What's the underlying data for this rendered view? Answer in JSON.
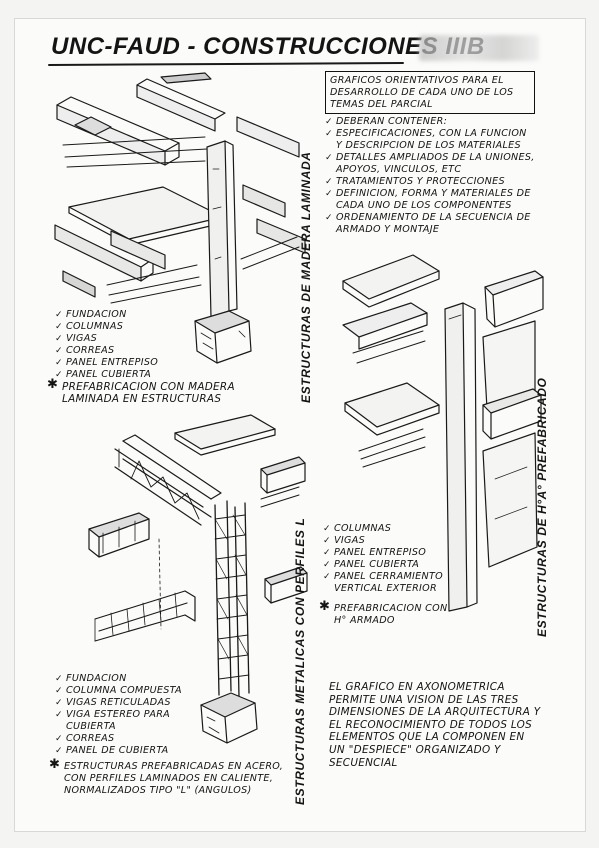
{
  "header": {
    "title": "UNC-FAUD - CONSTRUCCIONES IIIB"
  },
  "info_box": {
    "intro": "GRAFICOS ORIENTATIVOS PARA EL DESARROLLO DE CADA UNO DE LOS TEMAS DEL PARCIAL",
    "items": [
      "DEBERAN CONTENER:",
      "ESPECIFICACIONES, CON LA FUNCION Y DESCRIPCION DE LOS MATERIALES",
      "DETALLES AMPLIADOS DE LA UNIONES, APOYOS, VINCULOS, ETC",
      "TRATAMIENTOS Y PROTECCIONES",
      "DEFINICION, FORMA Y MATERIALES DE CADA UNO DE LOS COMPONENTES",
      "ORDENAMIENTO DE LA SECUENCIA DE ARMADO Y MONTAJE"
    ]
  },
  "madera": {
    "vertical_title": "ESTRUCTURAS DE MADERA LAMINADA",
    "items": [
      "FUNDACION",
      "COLUMNAS",
      "VIGAS",
      "CORREAS",
      "PANEL ENTREPISO",
      "PANEL CUBIERTA"
    ],
    "note": "PREFABRICACION CON MADERA LAMINADA EN ESTRUCTURAS"
  },
  "hormigon": {
    "vertical_title": "ESTRUCTURAS DE H°A° PREFABRICADO",
    "items": [
      "COLUMNAS",
      "VIGAS",
      "PANEL ENTREPISO",
      "PANEL CUBIERTA",
      "PANEL CERRAMIENTO VERTICAL EXTERIOR"
    ],
    "note": "PREFABRICACION CON H° ARMADO"
  },
  "metalicas": {
    "vertical_title": "ESTRUCTURAS METALICAS CON PERFILES L",
    "items": [
      "FUNDACION",
      "COLUMNA COMPUESTA",
      "VIGAS RETICULADAS",
      "VIGA ESTEREO PARA CUBIERTA",
      "CORREAS",
      "PANEL DE CUBIERTA"
    ],
    "note": "ESTRUCTURAS PREFABRICADAS EN ACERO, CON PERFILES LAMINADOS EN CALIENTE, NORMALIZADOS TIPO \"L\" (ANGULOS)"
  },
  "closing_text": "EL GRAFICO EN AXONOMETRICA PERMITE UNA VISION DE LAS TRES DIMENSIONES DE LA ARQUITECTURA Y EL RECONOCIMIENTO DE TODOS LOS ELEMENTOS QUE LA COMPONEN EN UN \"DESPIECE\" ORGANIZADO Y SECUENCIAL"
}
